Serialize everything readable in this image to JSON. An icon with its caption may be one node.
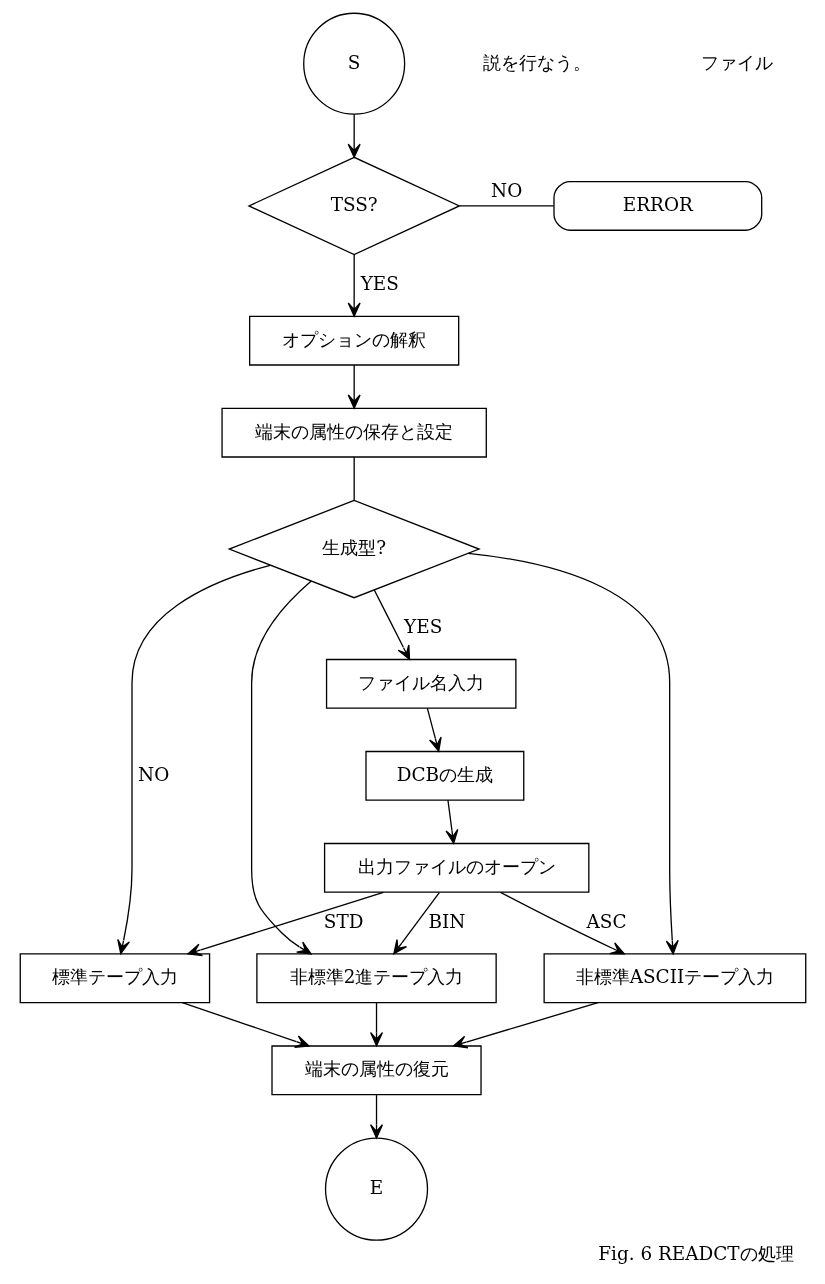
{
  "diagram": {
    "caption": "Fig. 6 READCTの処理",
    "nodes": [
      {
        "text": [
          "S"
        ]
      },
      {
        "text": [
          "TSS?"
        ]
      },
      {
        "text": [
          "ERROR"
        ]
      },
      {
        "text": [
          "オプションの解釈"
        ]
      },
      {
        "text": [
          "端末の属性の保存と設定"
        ]
      },
      {
        "text": [
          "生成型?"
        ]
      },
      {
        "text": [
          "ファイル名入力"
        ]
      },
      {
        "text": [
          "DCBの生成"
        ]
      },
      {
        "text": [
          "出力ファイルのオープン"
        ]
      },
      {
        "text": [
          "標準テープ入力"
        ]
      },
      {
        "text": [
          "非標準ASCIIテープ入力"
        ]
      },
      {
        "text": [
          "非標準2進テープ入力"
        ]
      },
      {
        "text": [
          "端末の属性の復元"
        ]
      },
      {
        "text": [
          "E"
        ]
      }
    ],
    "edges": [
      {
        "from": 0,
        "to": 1,
        "arrow": "to"
      },
      {
        "from": 1,
        "to": 2,
        "arrow": "none",
        "label": "NO"
      },
      {
        "from": 1,
        "to": 3,
        "arrow": "to",
        "label": "YES"
      },
      {
        "from": 3,
        "to": 4,
        "arrow": "to"
      },
      {
        "from": 4,
        "to": 5,
        "arrow": "none"
      },
      {
        "from": 5,
        "to": 6,
        "arrow": "to",
        "label": "YES"
      },
      {
        "from": 6,
        "to": 7,
        "arrow": "to"
      },
      {
        "from": 7,
        "to": 8,
        "arrow": "to"
      },
      {
        "from": 8,
        "to": 9,
        "arrow": "to",
        "label": "STD"
      },
      {
        "from": 8,
        "to": 10,
        "arrow": "to",
        "label": "ASC"
      },
      {
        "from": 8,
        "to": 11,
        "arrow": "to",
        "label": "BIN"
      },
      {
        "from": 5,
        "to": 9,
        "arrow": "to",
        "label": "NO"
      },
      {
        "from": 5,
        "to": 10,
        "arrow": "to"
      },
      {
        "from": 5,
        "to": 11,
        "arrow": "to"
      },
      {
        "from": 9,
        "to": 12,
        "arrow": "to"
      },
      {
        "from": 10,
        "to": 12,
        "arrow": "to"
      },
      {
        "from": 11,
        "to": 12,
        "arrow": "to"
      },
      {
        "from": 12,
        "to": 13,
        "arrow": "to"
      }
    ],
    "labels": [
      "説を行なう。",
      "ファイル"
    ]
  }
}
